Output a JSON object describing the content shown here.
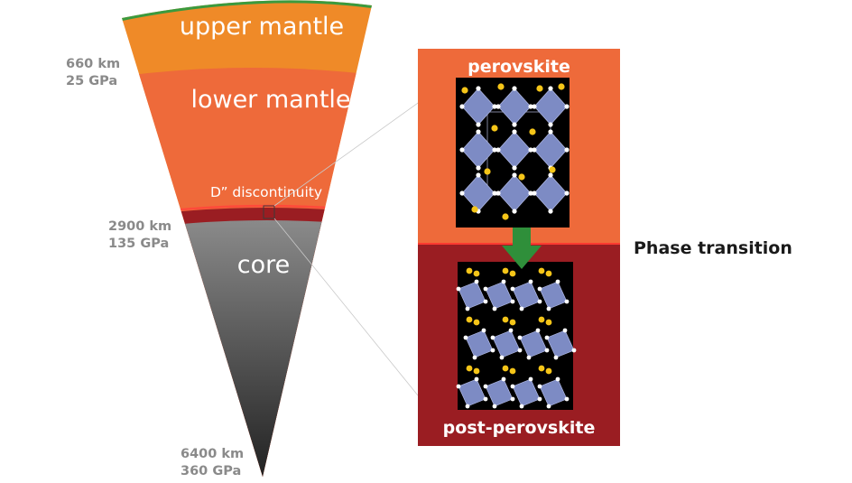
{
  "layers": {
    "upper_mantle": "upper mantle",
    "lower_mantle": "lower mantle",
    "d_layer": "D” discontinuity",
    "core": "core"
  },
  "depths": [
    {
      "depth": "660 km",
      "pressure": "25 GPa"
    },
    {
      "depth": "2900 km",
      "pressure": "135 GPa"
    },
    {
      "depth": "6400 km",
      "pressure": "360 GPa"
    }
  ],
  "panels": {
    "top_title": "perovskite",
    "bottom_title": "post-perovskite",
    "transition_label": "Phase transition"
  },
  "colors": {
    "crust": "#3a9a3e",
    "upper_mantle": "#ef8a28",
    "lower_mantle": "#ee6a3a",
    "d_layer": "#9a1d22",
    "core_top": "#8a8a8a",
    "core_bottom": "#1e1e1e",
    "perovskite_panel": "#ee6a3a",
    "post_perovskite_panel": "#9a1d22",
    "arrow": "#2f8f3a",
    "atom_yellow": "#f5c518",
    "octahedron": "#7d8bc4"
  }
}
